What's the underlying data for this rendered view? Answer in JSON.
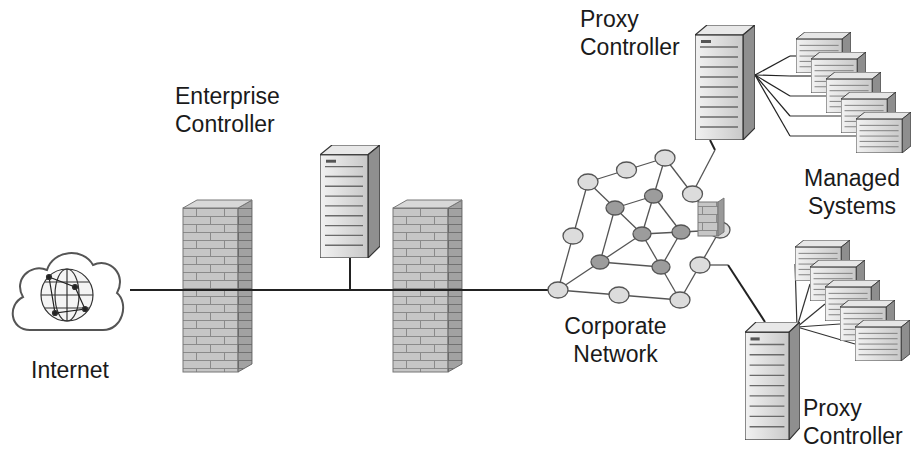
{
  "diagram": {
    "nodes": [
      {
        "text": [
          "Internet"
        ]
      },
      {
        "text": [
          "Enterprise Controller"
        ]
      },
      {
        "text": [
          "Corporate Network"
        ]
      },
      {
        "text": [
          "Proxy Controller"
        ]
      },
      {
        "text": [
          "Managed Systems"
        ]
      },
      {
        "text": [
          "Proxy Controller"
        ]
      }
    ],
    "edges": [
      {
        "from": 0,
        "to": 1,
        "arrow": "none"
      },
      {
        "from": 1,
        "to": 2,
        "arrow": "none"
      },
      {
        "from": 2,
        "to": 3,
        "arrow": "none"
      },
      {
        "from": 3,
        "to": 4,
        "arrow": "none"
      },
      {
        "from": 2,
        "to": 5,
        "arrow": "none"
      }
    ]
  }
}
